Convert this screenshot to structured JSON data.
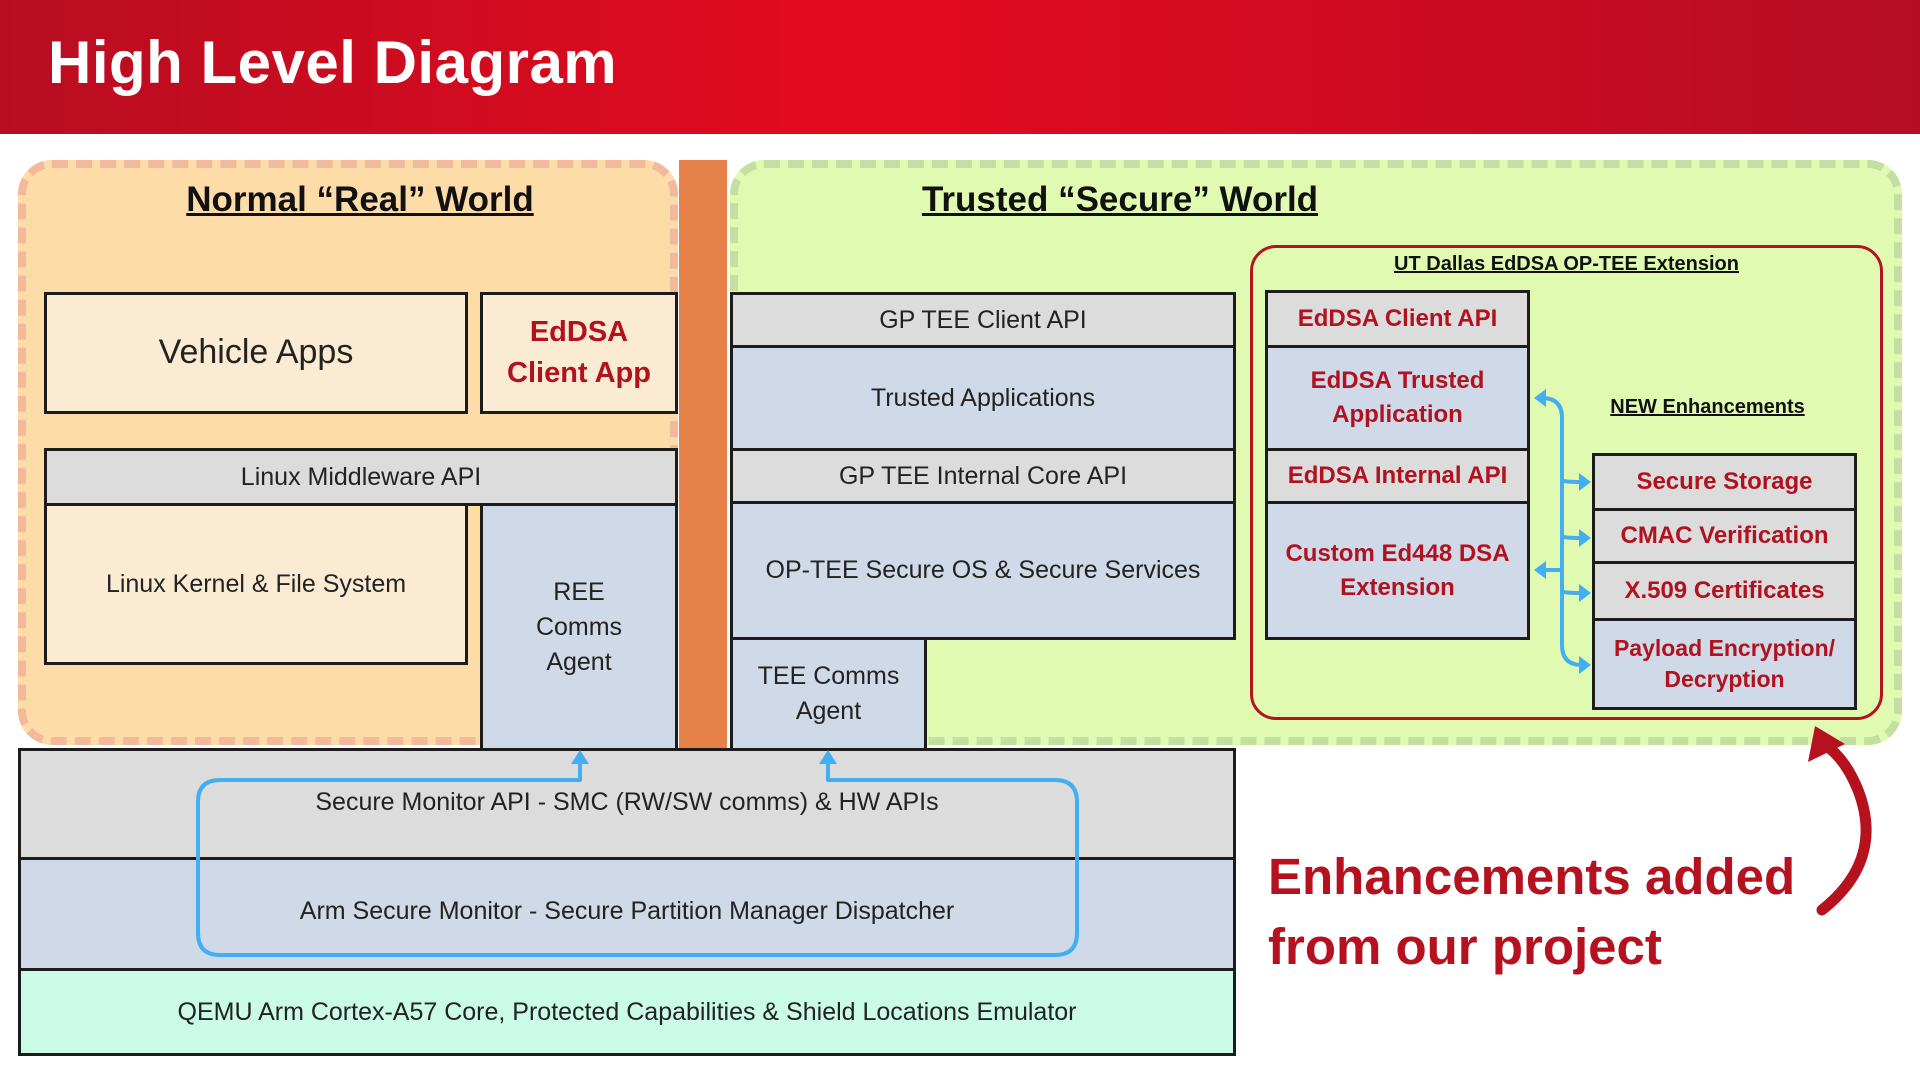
{
  "header": {
    "title": "High Level Diagram"
  },
  "colors": {
    "brand_red": "#e50a1e",
    "connector_blue": "#43aef0",
    "text_red": "#b0121f"
  },
  "normal_world": {
    "title": "Normal “Real” World",
    "vehicle_apps": "Vehicle Apps",
    "eddsa_client_app": "EdDSA Client App",
    "linux_middleware_api": "Linux Middleware API",
    "linux_kernel": "Linux Kernel & File System",
    "ree_comms_agent": "REE Comms Agent"
  },
  "secure_world": {
    "title": "Trusted “Secure” World",
    "gp_tee_client_api": "GP TEE Client API",
    "trusted_applications": "Trusted Applications",
    "gp_tee_internal_core_api": "GP TEE Internal Core API",
    "optee_os": "OP-TEE Secure OS & Secure Services",
    "tee_comms_agent": "TEE Comms Agent"
  },
  "extension": {
    "title": "UT Dallas EdDSA OP-TEE Extension",
    "eddsa_client_api": "EdDSA Client API",
    "eddsa_trusted_app": "EdDSA Trusted Application",
    "eddsa_internal_api": "EdDSA Internal API",
    "custom_ed448": "Custom Ed448 DSA Extension",
    "new_enhancements_title": "NEW Enhancements",
    "enhancements": [
      "Secure Storage",
      "CMAC Verification",
      "X.509 Certificates",
      "Payload Encryption/ Decryption"
    ]
  },
  "monitor": {
    "secure_monitor_api": "Secure Monitor API - SMC (RW/SW comms) & HW APIs",
    "arm_secure_monitor": "Arm Secure Monitor - Secure Partition Manager Dispatcher",
    "qemu": "QEMU Arm Cortex-A57 Core, Protected Capabilities & Shield Locations Emulator"
  },
  "callout": {
    "line1": "Enhancements added",
    "line2": "from our project"
  }
}
